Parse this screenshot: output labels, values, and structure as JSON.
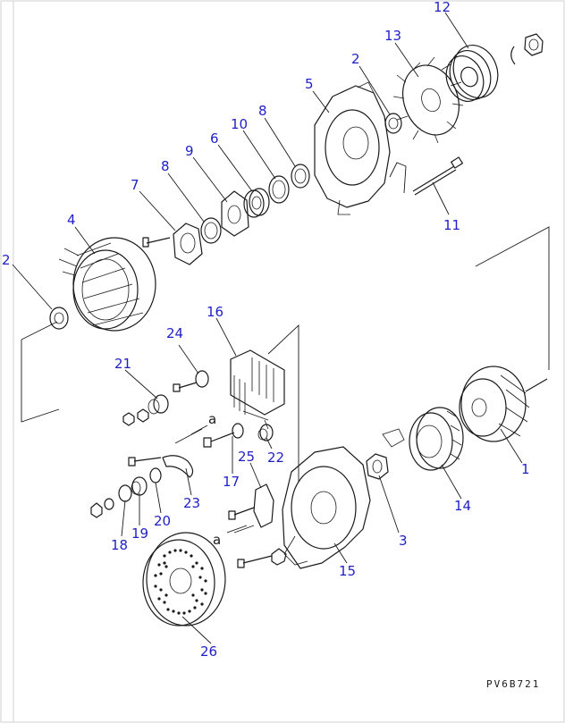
{
  "drawing_code": "PV6B721",
  "section_marker": "a",
  "callouts": {
    "c1": "1",
    "c2a": "2",
    "c2b": "2",
    "c3": "3",
    "c4": "4",
    "c5": "5",
    "c6": "6",
    "c7": "7",
    "c8a": "8",
    "c8b": "8",
    "c9": "9",
    "c10": "10",
    "c11": "11",
    "c12": "12",
    "c13": "13",
    "c14": "14",
    "c15": "15",
    "c16": "16",
    "c17": "17",
    "c18": "18",
    "c19": "19",
    "c20": "20",
    "c21": "21",
    "c22": "22",
    "c23": "23",
    "c24": "24",
    "c25": "25",
    "c26": "26"
  }
}
